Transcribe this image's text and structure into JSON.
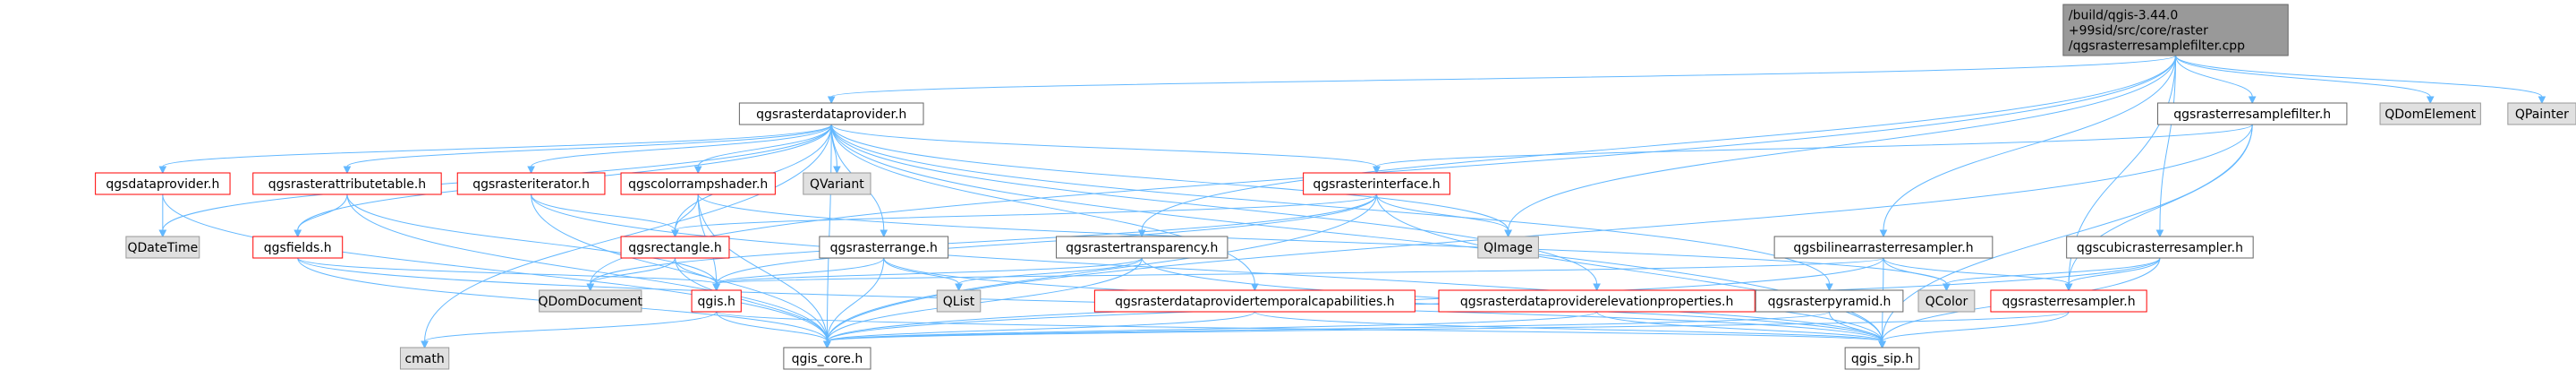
{
  "colors": {
    "edge": "#63b8ff",
    "root_fill": "#999999",
    "root_border": "#666666",
    "doc_fill": "#ffffff",
    "doc_border_normal": "#666666",
    "doc_border_truncated": "#ff0000",
    "ext_fill": "#e0e0e0",
    "ext_border": "#999999",
    "text": "#000000"
  },
  "diagram": {
    "root_lines": [
      "/build/qgis-3.44.0",
      "+99sid/src/core/raster",
      "/qgsrasterresamplefilter.cpp"
    ],
    "nodes": [
      {
        "id": "root",
        "label": "/build/qgis-3.44.0\n+99sid/src/core/raster\n/qgsrasterresamplefilter.cpp",
        "kind": "root"
      },
      {
        "id": "rdp",
        "label": "qgsrasterdataprovider.h",
        "kind": "doc"
      },
      {
        "id": "rrf",
        "label": "qgsrasterresamplefilter.h",
        "kind": "doc"
      },
      {
        "id": "qdomelement",
        "label": "QDomElement",
        "kind": "ext"
      },
      {
        "id": "qpainter",
        "label": "QPainter",
        "kind": "ext"
      },
      {
        "id": "qgsdataprovider",
        "label": "qgsdataprovider.h",
        "kind": "trunc"
      },
      {
        "id": "rattr",
        "label": "qgsrasterattributetable.h",
        "kind": "trunc"
      },
      {
        "id": "riter",
        "label": "qgsrasteriterator.h",
        "kind": "trunc"
      },
      {
        "id": "crs",
        "label": "qgscolorrampshader.h",
        "kind": "trunc"
      },
      {
        "id": "qvariant",
        "label": "QVariant",
        "kind": "ext"
      },
      {
        "id": "rint",
        "label": "qgsrasterinterface.h",
        "kind": "trunc"
      },
      {
        "id": "qdatetime",
        "label": "QDateTime",
        "kind": "ext"
      },
      {
        "id": "fields",
        "label": "qgsfields.h",
        "kind": "trunc"
      },
      {
        "id": "rect",
        "label": "qgsrectangle.h",
        "kind": "trunc"
      },
      {
        "id": "rrange",
        "label": "qgsrasterrange.h",
        "kind": "doc"
      },
      {
        "id": "rtrans",
        "label": "qgsrastertransparency.h",
        "kind": "doc"
      },
      {
        "id": "qimage",
        "label": "QImage",
        "kind": "ext"
      },
      {
        "id": "bilin",
        "label": "qgsbilinearrasterresampler.h",
        "kind": "doc"
      },
      {
        "id": "cubic",
        "label": "qgscubicrasterresampler.h",
        "kind": "doc"
      },
      {
        "id": "qdomdoc",
        "label": "QDomDocument",
        "kind": "ext"
      },
      {
        "id": "qgis",
        "label": "qgis.h",
        "kind": "trunc"
      },
      {
        "id": "qlist",
        "label": "QList",
        "kind": "ext"
      },
      {
        "id": "rdptc",
        "label": "qgsrasterdataprovidertemporalcapabilities.h",
        "kind": "trunc"
      },
      {
        "id": "rdpep",
        "label": "qgsrasterdataproviderelevationproperties.h",
        "kind": "trunc"
      },
      {
        "id": "rpyr",
        "label": "qgsrasterpyramid.h",
        "kind": "doc"
      },
      {
        "id": "qcolor",
        "label": "QColor",
        "kind": "ext"
      },
      {
        "id": "rres",
        "label": "qgsrasterresampler.h",
        "kind": "trunc"
      },
      {
        "id": "cmath",
        "label": "cmath",
        "kind": "ext"
      },
      {
        "id": "core",
        "label": "qgis_core.h",
        "kind": "doc"
      },
      {
        "id": "sip",
        "label": "qgis_sip.h",
        "kind": "doc"
      }
    ],
    "edges": [
      [
        "root",
        "rdp"
      ],
      [
        "root",
        "rrf"
      ],
      [
        "root",
        "qdomelement"
      ],
      [
        "root",
        "qpainter"
      ],
      [
        "root",
        "bilin"
      ],
      [
        "root",
        "cubic"
      ],
      [
        "root",
        "rres"
      ],
      [
        "root",
        "qimage"
      ],
      [
        "root",
        "rtrans"
      ],
      [
        "root",
        "qdomdoc"
      ],
      [
        "rdp",
        "qgsdataprovider"
      ],
      [
        "rdp",
        "rattr"
      ],
      [
        "rdp",
        "riter"
      ],
      [
        "rdp",
        "crs"
      ],
      [
        "rdp",
        "qvariant"
      ],
      [
        "rdp",
        "rint"
      ],
      [
        "rdp",
        "qdatetime"
      ],
      [
        "rdp",
        "fields"
      ],
      [
        "rdp",
        "rect"
      ],
      [
        "rdp",
        "rrange"
      ],
      [
        "rdp",
        "rdptc"
      ],
      [
        "rdp",
        "rdpep"
      ],
      [
        "rdp",
        "rpyr"
      ],
      [
        "rdp",
        "qimage"
      ],
      [
        "rdp",
        "cmath"
      ],
      [
        "rdp",
        "core"
      ],
      [
        "rdp",
        "sip"
      ],
      [
        "rrf",
        "rint"
      ],
      [
        "rrf",
        "rres"
      ],
      [
        "rrf",
        "core"
      ],
      [
        "rrf",
        "sip"
      ],
      [
        "qgsdataprovider",
        "qdatetime"
      ],
      [
        "qgsdataprovider",
        "core"
      ],
      [
        "rattr",
        "fields"
      ],
      [
        "rattr",
        "qgis"
      ],
      [
        "rattr",
        "core"
      ],
      [
        "riter",
        "rect"
      ],
      [
        "riter",
        "core"
      ],
      [
        "riter",
        "sip"
      ],
      [
        "crs",
        "rect"
      ],
      [
        "crs",
        "qgis"
      ],
      [
        "crs",
        "qcolor"
      ],
      [
        "crs",
        "core"
      ],
      [
        "rint",
        "qimage"
      ],
      [
        "rint",
        "rect"
      ],
      [
        "rint",
        "qgis"
      ],
      [
        "rint",
        "core"
      ],
      [
        "rint",
        "sip"
      ],
      [
        "rint",
        "qdomdoc"
      ],
      [
        "fields",
        "qgis"
      ],
      [
        "fields",
        "core"
      ],
      [
        "fields",
        "sip"
      ],
      [
        "rect",
        "qdomdoc"
      ],
      [
        "rect",
        "qgis"
      ],
      [
        "rect",
        "core"
      ],
      [
        "rrange",
        "qgis"
      ],
      [
        "rrange",
        "qlist"
      ],
      [
        "rrange",
        "core"
      ],
      [
        "rrange",
        "sip"
      ],
      [
        "rtrans",
        "qgis"
      ],
      [
        "rtrans",
        "qlist"
      ],
      [
        "rtrans",
        "core"
      ],
      [
        "rtrans",
        "sip"
      ],
      [
        "bilin",
        "rres"
      ],
      [
        "bilin",
        "qcolor"
      ],
      [
        "bilin",
        "core"
      ],
      [
        "bilin",
        "sip"
      ],
      [
        "bilin",
        "qgis"
      ],
      [
        "cubic",
        "rres"
      ],
      [
        "cubic",
        "qcolor"
      ],
      [
        "cubic",
        "core"
      ],
      [
        "cubic",
        "sip"
      ],
      [
        "qgis",
        "cmath"
      ],
      [
        "qgis",
        "core"
      ],
      [
        "qgis",
        "sip"
      ],
      [
        "rdptc",
        "core"
      ],
      [
        "rdptc",
        "sip"
      ],
      [
        "rdpep",
        "core"
      ],
      [
        "rdpep",
        "sip"
      ],
      [
        "rpyr",
        "core"
      ],
      [
        "rpyr",
        "sip"
      ],
      [
        "rres",
        "core"
      ],
      [
        "rres",
        "sip"
      ]
    ]
  }
}
